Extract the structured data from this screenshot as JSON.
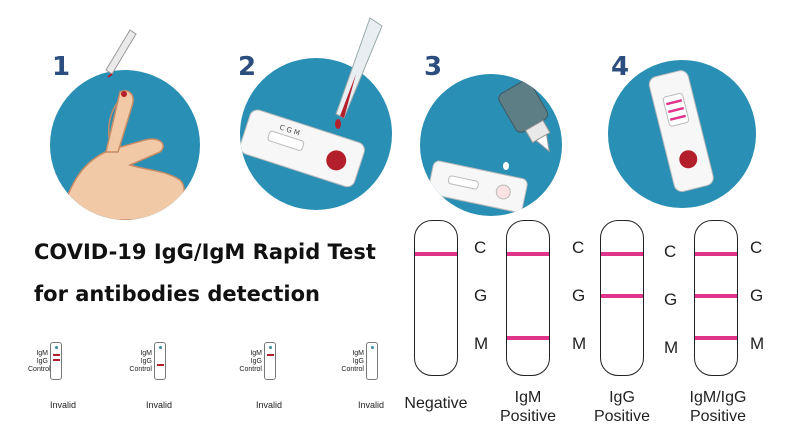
{
  "steps": [
    {
      "number": "1",
      "icon": "finger-prick-icon"
    },
    {
      "number": "2",
      "icon": "blood-drop-icon"
    },
    {
      "number": "3",
      "icon": "buffer-bottle-icon"
    },
    {
      "number": "4",
      "icon": "test-cassette-icon"
    }
  ],
  "cassette_letters": "C G M",
  "title": {
    "line1": "COVID-19 IgG/IgM Rapid Test",
    "line2": "for antibodies detection"
  },
  "result_letters": {
    "c": "C",
    "g": "G",
    "m": "M"
  },
  "results": [
    {
      "line1": "Negative",
      "line2": ""
    },
    {
      "line1": "IgM",
      "line2": "Positive"
    },
    {
      "line1": "IgG",
      "line2": "Positive"
    },
    {
      "line1": "IgM/IgG",
      "line2": "Positive"
    }
  ],
  "invalid": {
    "labels": {
      "igm": "IgM",
      "igg": "IgG",
      "control": "Control"
    },
    "caption": "Invalid",
    "count": 4
  },
  "colors": {
    "circle": "#2a8fb4",
    "band": "#e0338a",
    "step_number": "#2b4e7e",
    "sample": "#b3202c"
  }
}
